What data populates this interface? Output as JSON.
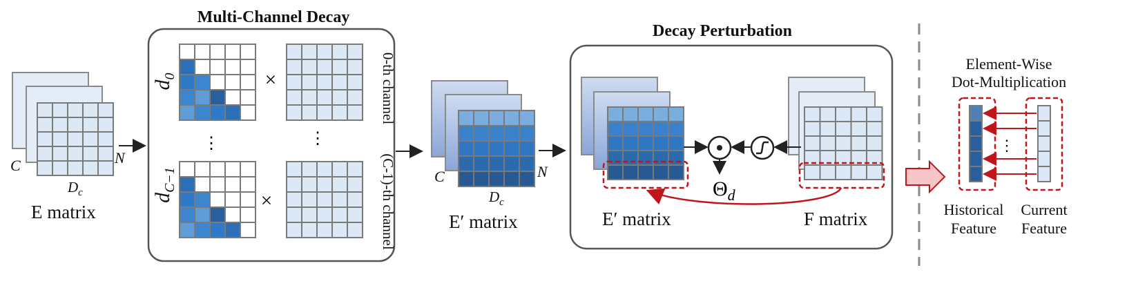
{
  "panel_left": {
    "matrix_label": "E matrix",
    "axis_c": "C",
    "axis_n": "N",
    "axis_dc": "D",
    "axis_dc_sub": "c"
  },
  "multi_channel": {
    "title": "Multi-Channel Decay",
    "d0": "d",
    "d0_sub": "0",
    "dc": "d",
    "dc_sub": "C−1",
    "times": "×",
    "vdots": "⋮",
    "channel_0": "0-th channel",
    "channel_c": "(C-1)-th channel"
  },
  "middle": {
    "matrix_label": "E′ matrix",
    "axis_c": "C",
    "axis_n": "N",
    "axis_dc": "D",
    "axis_dc_sub": "c"
  },
  "decay_perturbation": {
    "title": "Decay Perturbation",
    "e_label": "E′ matrix",
    "f_label": "F matrix",
    "odot_icon": "⊙",
    "theta": "Θ",
    "theta_sub": "d"
  },
  "right": {
    "title_line1": "Element-Wise",
    "title_line2": "Dot-Multiplication",
    "hist_line1": "Historical",
    "hist_line2": "Feature",
    "curr_line1": "Current",
    "curr_line2": "Feature",
    "hdots": "⋮"
  },
  "colors": {
    "light_cell": "#dce8f6",
    "grid_stroke": "#7a7a7a",
    "dark_blue": "#1f5a9a",
    "mid_blue": "#2e76c2",
    "light_blue": "#6fa3d9",
    "red_dashed": "#c0151b",
    "arrow_pink": "#f5b8ba"
  }
}
